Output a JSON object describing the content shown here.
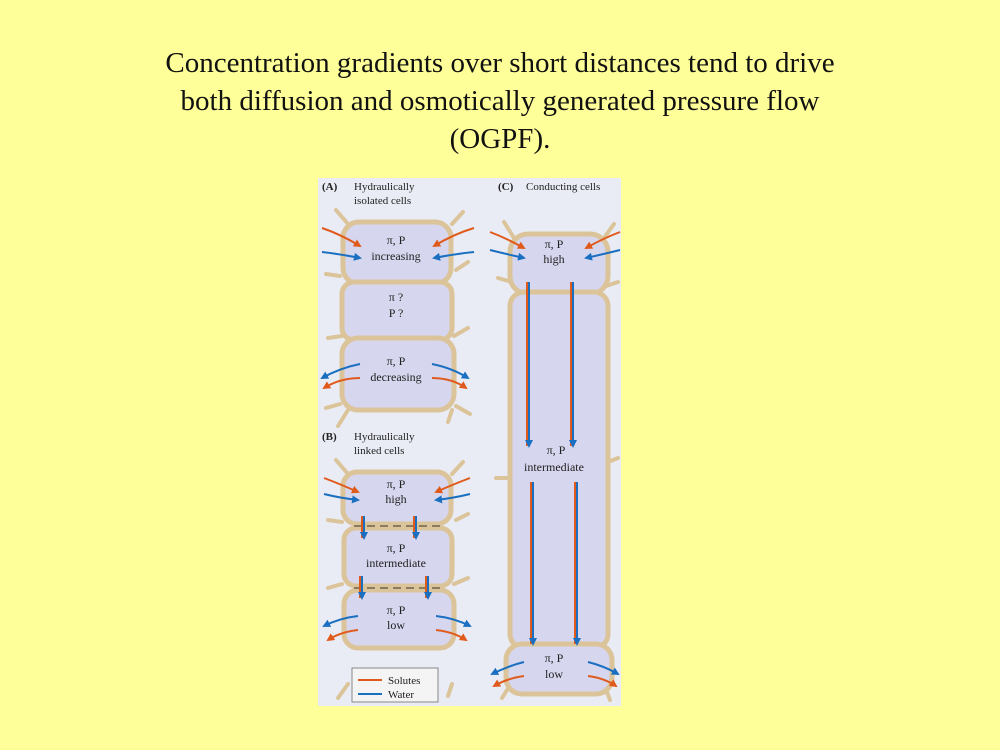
{
  "title": {
    "line1": "Concentration gradients over short distances tend to drive",
    "line2": "both diffusion and osmotically generated pressure flow",
    "line3": "(OGPF)."
  },
  "panelA": {
    "tag": "(A)",
    "heading1": "Hydraulically",
    "heading2": "isolated cells",
    "cell1": {
      "l1": "π, P",
      "l2": "increasing"
    },
    "cell2": {
      "l1": "π ?",
      "l2": "P ?"
    },
    "cell3": {
      "l1": "π, P",
      "l2": "decreasing"
    }
  },
  "panelB": {
    "tag": "(B)",
    "heading1": "Hydraulically",
    "heading2": "linked cells",
    "cell1": {
      "l1": "π, P",
      "l2": "high"
    },
    "cell2": {
      "l1": "π, P",
      "l2": "intermediate"
    },
    "cell3": {
      "l1": "π, P",
      "l2": "low"
    }
  },
  "panelC": {
    "tag": "(C)",
    "heading": "Conducting cells",
    "top": {
      "l1": "π, P",
      "l2": "high"
    },
    "mid": {
      "l1": "π, P",
      "l2": "intermediate"
    },
    "bottom": {
      "l1": "π, P",
      "l2": "low"
    }
  },
  "legend": {
    "solutes": "Solutes",
    "water": "Water"
  },
  "colors": {
    "solutes": "#e05a1c",
    "water": "#1a6fc0",
    "background": "#ffff99",
    "cell_fill": "#d6d6ef",
    "cell_wall": "#dcc49a"
  }
}
